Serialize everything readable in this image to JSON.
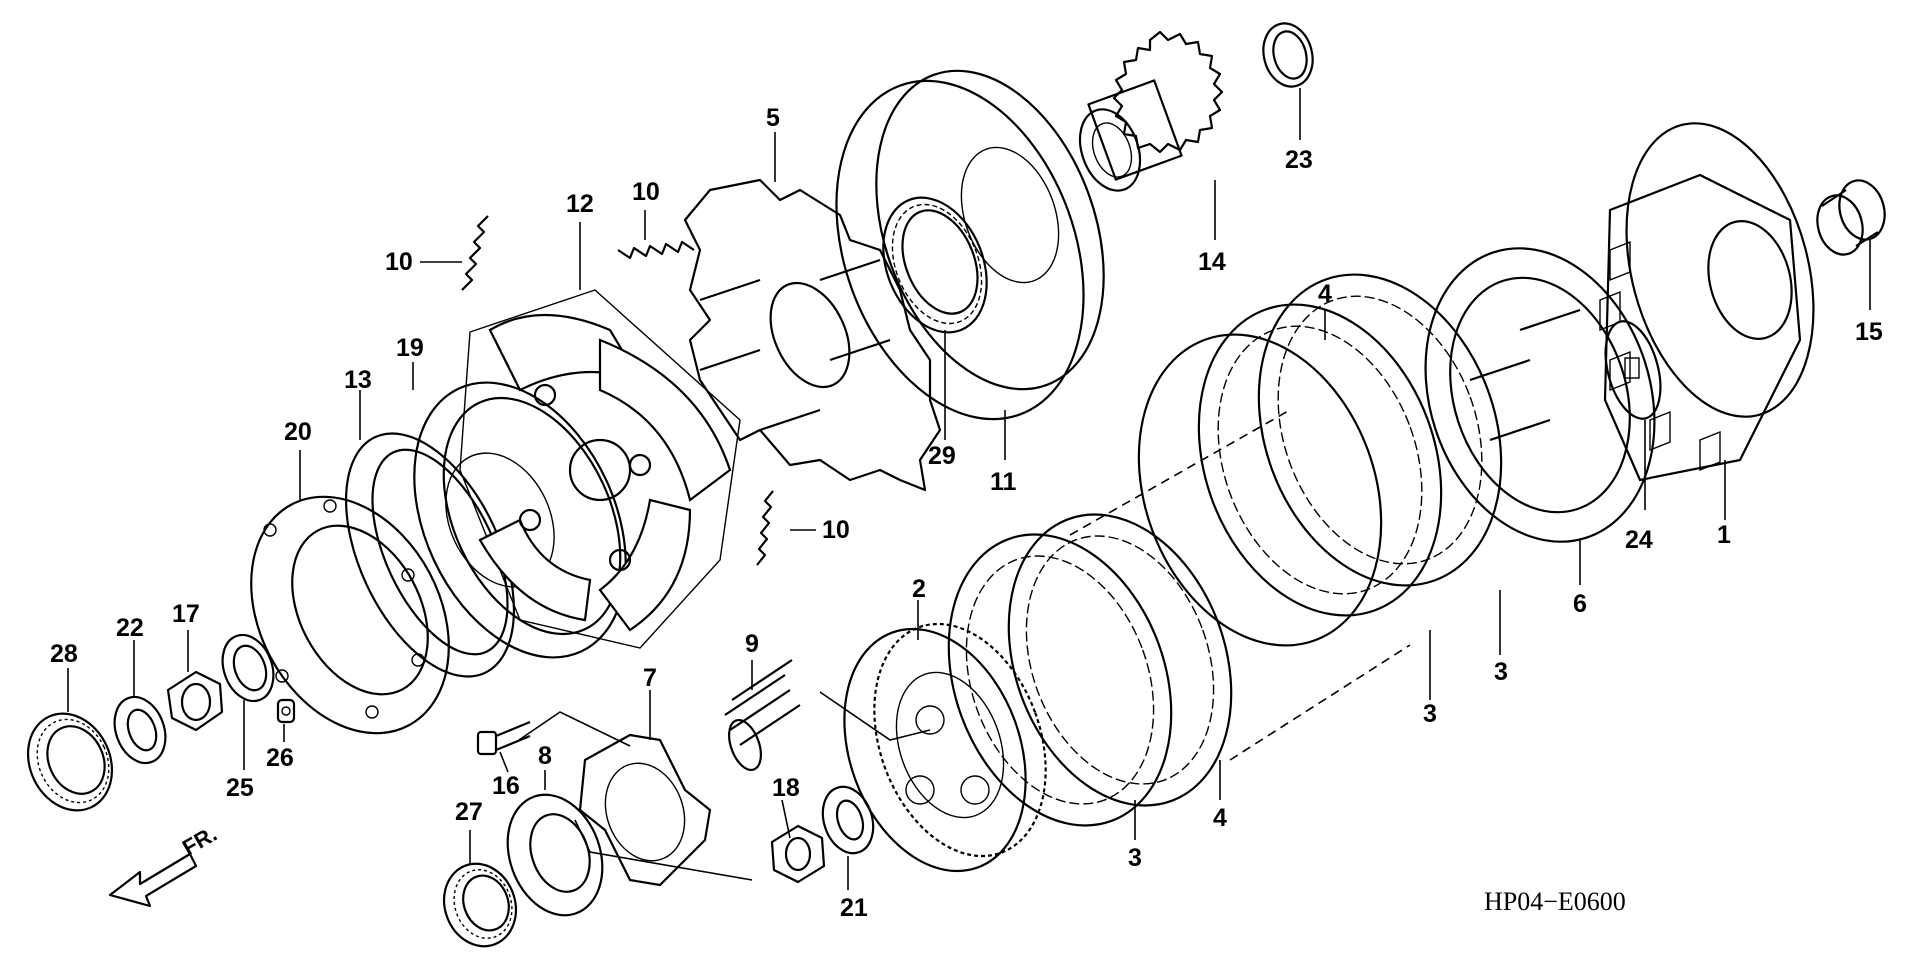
{
  "diagram_code": "HP04−E0600",
  "direction_label": "FR.",
  "callouts": [
    {
      "id": "c1",
      "label": "1"
    },
    {
      "id": "c2",
      "label": "2"
    },
    {
      "id": "c3a",
      "label": "3"
    },
    {
      "id": "c3b",
      "label": "3"
    },
    {
      "id": "c3c",
      "label": "3"
    },
    {
      "id": "c4a",
      "label": "4"
    },
    {
      "id": "c4b",
      "label": "4"
    },
    {
      "id": "c5",
      "label": "5"
    },
    {
      "id": "c6",
      "label": "6"
    },
    {
      "id": "c7",
      "label": "7"
    },
    {
      "id": "c8",
      "label": "8"
    },
    {
      "id": "c9",
      "label": "9"
    },
    {
      "id": "c10a",
      "label": "10"
    },
    {
      "id": "c10b",
      "label": "10"
    },
    {
      "id": "c10c",
      "label": "10"
    },
    {
      "id": "c11",
      "label": "11"
    },
    {
      "id": "c12",
      "label": "12"
    },
    {
      "id": "c13",
      "label": "13"
    },
    {
      "id": "c14",
      "label": "14"
    },
    {
      "id": "c15",
      "label": "15"
    },
    {
      "id": "c16",
      "label": "16"
    },
    {
      "id": "c17",
      "label": "17"
    },
    {
      "id": "c18",
      "label": "18"
    },
    {
      "id": "c19",
      "label": "19"
    },
    {
      "id": "c20",
      "label": "20"
    },
    {
      "id": "c21",
      "label": "21"
    },
    {
      "id": "c22",
      "label": "22"
    },
    {
      "id": "c23",
      "label": "23"
    },
    {
      "id": "c24",
      "label": "24"
    },
    {
      "id": "c25",
      "label": "25"
    },
    {
      "id": "c26",
      "label": "26"
    },
    {
      "id": "c27",
      "label": "27"
    },
    {
      "id": "c28",
      "label": "28"
    },
    {
      "id": "c29",
      "label": "29"
    }
  ]
}
